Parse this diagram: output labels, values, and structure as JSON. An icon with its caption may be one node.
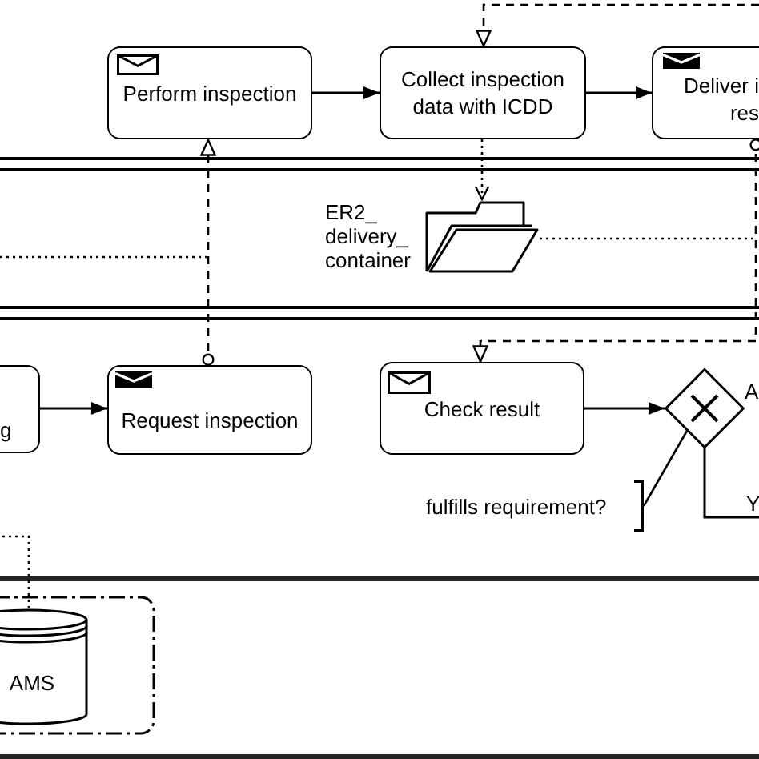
{
  "diagram": {
    "nodes": [
      {
        "text": [
          "Perform inspection"
        ]
      },
      {
        "text": [
          "Collect inspection data with ICDD"
        ]
      },
      {
        "text": [
          "Deliver i res"
        ]
      },
      {
        "text": [
          "ER2_ delivery_ container"
        ]
      },
      {
        "text": [
          "g"
        ]
      },
      {
        "text": [
          "Request inspection"
        ]
      },
      {
        "text": [
          "Check result"
        ]
      },
      {
        "text": [],
        "shape": "diamond"
      },
      {
        "text": [
          "fulfills requirement?"
        ]
      },
      {
        "text": [],
        "shape": "box"
      },
      {
        "text": [
          "AMS"
        ],
        "in": 9
      }
    ],
    "edges": [
      {
        "from": 0,
        "to": 1,
        "arrow": "to"
      },
      {
        "from": 1,
        "to": 2,
        "arrow": "to"
      },
      {
        "from": 4,
        "to": 5,
        "arrow": "to"
      },
      {
        "from": 6,
        "to": 7,
        "arrow": "to"
      },
      {
        "from": 5,
        "to": 0,
        "arrow": "to",
        "style": "dashed"
      },
      {
        "from": 2,
        "to": 6,
        "arrow": "to",
        "style": "dashed"
      },
      {
        "from": null,
        "to": 1,
        "arrow": "to",
        "style": "dashed"
      },
      {
        "from": 1,
        "to": 3,
        "arrow": "to",
        "style": "dashed"
      },
      {
        "from": 3,
        "to": null,
        "arrow": "none",
        "style": "dashed"
      },
      {
        "from": 10,
        "to": null,
        "arrow": "none",
        "style": "dashed"
      },
      {
        "from": 8,
        "to": 7,
        "arrow": "none"
      },
      {
        "from": 7,
        "to": null,
        "arrow": "none",
        "label": "Y"
      }
    ],
    "labels": [
      "A"
    ]
  }
}
